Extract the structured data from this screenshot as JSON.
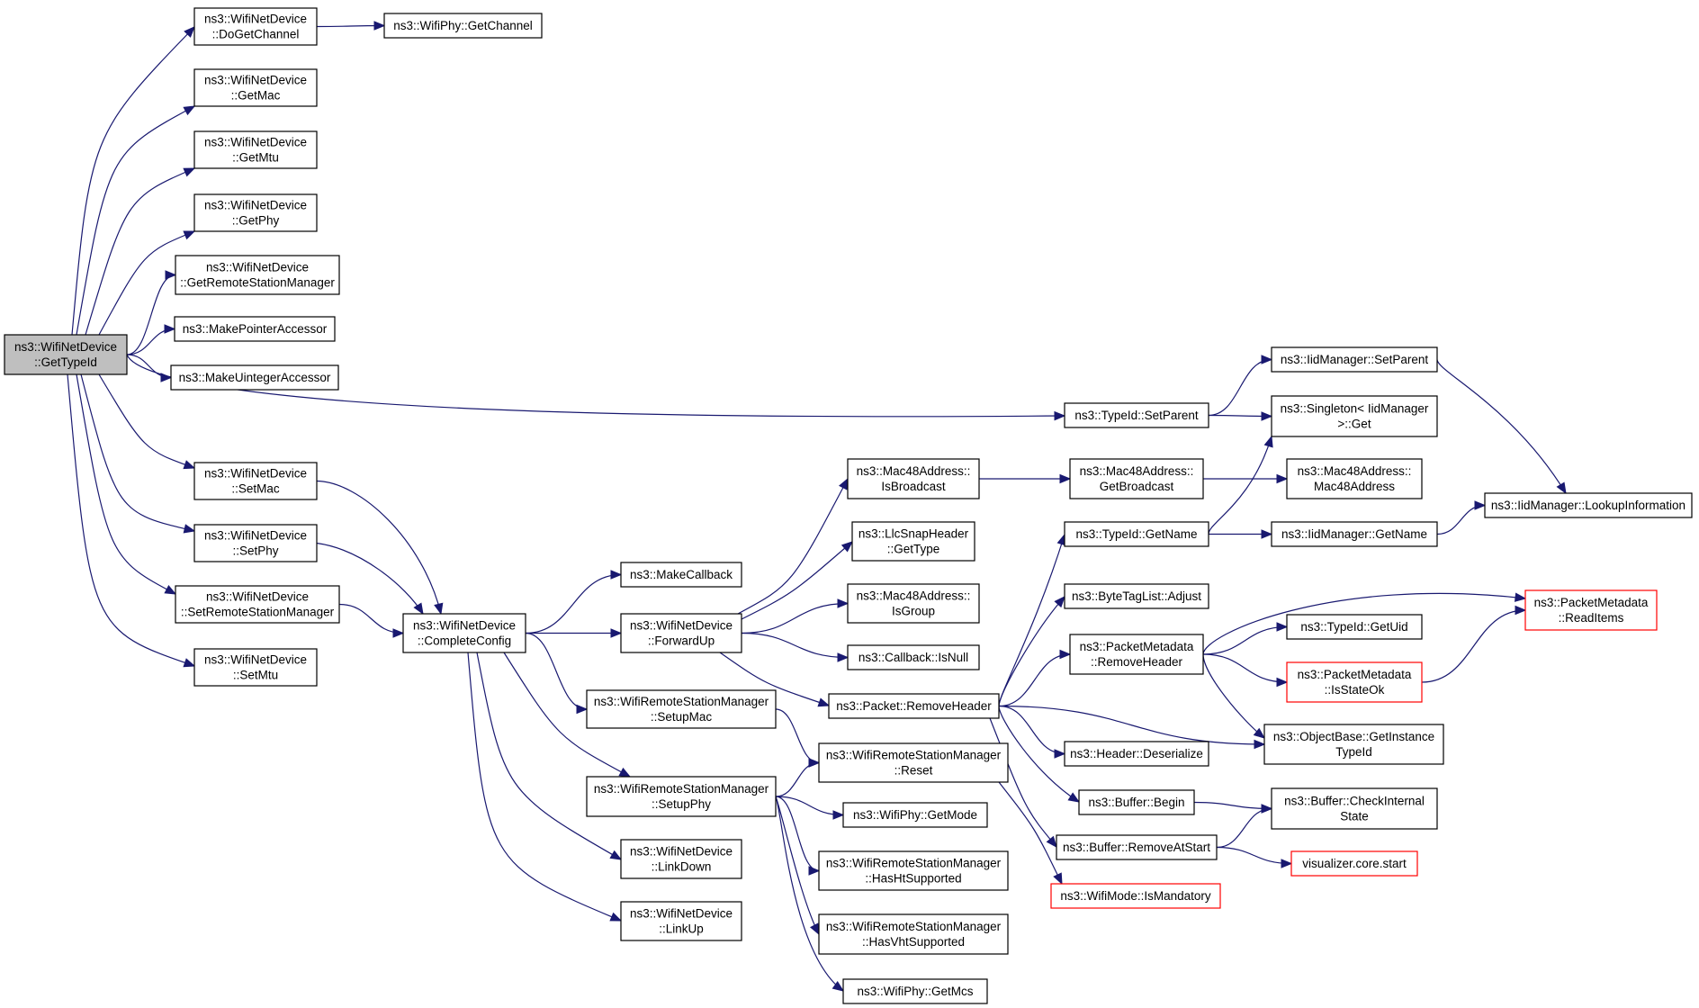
{
  "graph": {
    "nodes": [
      {
        "id": "root",
        "lines": [
          "ns3::WifiNetDevice",
          "::GetTypeId"
        ],
        "style": "root"
      },
      {
        "id": "doGetChannel",
        "lines": [
          "ns3::WifiNetDevice",
          "::DoGetChannel"
        ]
      },
      {
        "id": "phyGetChannel",
        "lines": [
          "ns3::WifiPhy::GetChannel"
        ]
      },
      {
        "id": "getMac",
        "lines": [
          "ns3::WifiNetDevice",
          "::GetMac"
        ]
      },
      {
        "id": "getMtu",
        "lines": [
          "ns3::WifiNetDevice",
          "::GetMtu"
        ]
      },
      {
        "id": "getPhy",
        "lines": [
          "ns3::WifiNetDevice",
          "::GetPhy"
        ]
      },
      {
        "id": "getRsm",
        "lines": [
          "ns3::WifiNetDevice",
          "::GetRemoteStationManager"
        ]
      },
      {
        "id": "makePtr",
        "lines": [
          "ns3::MakePointerAccessor"
        ]
      },
      {
        "id": "makeUint",
        "lines": [
          "ns3::MakeUintegerAccessor"
        ]
      },
      {
        "id": "setMac",
        "lines": [
          "ns3::WifiNetDevice",
          "::SetMac"
        ]
      },
      {
        "id": "setPhy",
        "lines": [
          "ns3::WifiNetDevice",
          "::SetPhy"
        ]
      },
      {
        "id": "setRsm",
        "lines": [
          "ns3::WifiNetDevice",
          "::SetRemoteStationManager"
        ]
      },
      {
        "id": "setMtu",
        "lines": [
          "ns3::WifiNetDevice",
          "::SetMtu"
        ]
      },
      {
        "id": "completeConfig",
        "lines": [
          "ns3::WifiNetDevice",
          "::CompleteConfig"
        ]
      },
      {
        "id": "makeCallback",
        "lines": [
          "ns3::MakeCallback"
        ]
      },
      {
        "id": "forwardUp",
        "lines": [
          "ns3::WifiNetDevice",
          "::ForwardUp"
        ]
      },
      {
        "id": "setupMac",
        "lines": [
          "ns3::WifiRemoteStationManager",
          "::SetupMac"
        ]
      },
      {
        "id": "setupPhy",
        "lines": [
          "ns3::WifiRemoteStationManager",
          "::SetupPhy"
        ]
      },
      {
        "id": "linkDown",
        "lines": [
          "ns3::WifiNetDevice",
          "::LinkDown"
        ]
      },
      {
        "id": "linkUp",
        "lines": [
          "ns3::WifiNetDevice",
          "::LinkUp"
        ]
      },
      {
        "id": "isBroadcast",
        "lines": [
          "ns3::Mac48Address::",
          "IsBroadcast"
        ]
      },
      {
        "id": "llcGetType",
        "lines": [
          "ns3::LlcSnapHeader",
          "::GetType"
        ]
      },
      {
        "id": "isGroup",
        "lines": [
          "ns3::Mac48Address::",
          "IsGroup"
        ]
      },
      {
        "id": "cbIsNull",
        "lines": [
          "ns3::Callback::IsNull"
        ]
      },
      {
        "id": "pktRemoveHeader",
        "lines": [
          "ns3::Packet::RemoveHeader"
        ]
      },
      {
        "id": "rsmReset",
        "lines": [
          "ns3::WifiRemoteStationManager",
          "::Reset"
        ]
      },
      {
        "id": "phyGetMode",
        "lines": [
          "ns3::WifiPhy::GetMode"
        ]
      },
      {
        "id": "hasHt",
        "lines": [
          "ns3::WifiRemoteStationManager",
          "::HasHtSupported"
        ]
      },
      {
        "id": "hasVht",
        "lines": [
          "ns3::WifiRemoteStationManager",
          "::HasVhtSupported"
        ]
      },
      {
        "id": "phyGetMcs",
        "lines": [
          "ns3::WifiPhy::GetMcs"
        ]
      },
      {
        "id": "typeSetParent",
        "lines": [
          "ns3::TypeId::SetParent"
        ]
      },
      {
        "id": "getBroadcast",
        "lines": [
          "ns3::Mac48Address::",
          "GetBroadcast"
        ]
      },
      {
        "id": "typeGetName",
        "lines": [
          "ns3::TypeId::GetName"
        ]
      },
      {
        "id": "btlAdjust",
        "lines": [
          "ns3::ByteTagList::Adjust"
        ]
      },
      {
        "id": "pmRemoveHeader",
        "lines": [
          "ns3::PacketMetadata",
          "::RemoveHeader"
        ]
      },
      {
        "id": "hdrDeserialize",
        "lines": [
          "ns3::Header::Deserialize"
        ]
      },
      {
        "id": "bufBegin",
        "lines": [
          "ns3::Buffer::Begin"
        ]
      },
      {
        "id": "bufRemoveAtStart",
        "lines": [
          "ns3::Buffer::RemoveAtStart"
        ]
      },
      {
        "id": "isMandatory",
        "lines": [
          "ns3::WifiMode::IsMandatory"
        ],
        "style": "trunc"
      },
      {
        "id": "iidSetParent",
        "lines": [
          "ns3::IidManager::SetParent"
        ]
      },
      {
        "id": "singletonGet",
        "lines": [
          "ns3::Singleton< IidManager",
          ">::Get"
        ]
      },
      {
        "id": "mac48Ctor",
        "lines": [
          "ns3::Mac48Address::",
          "Mac48Address"
        ]
      },
      {
        "id": "iidGetName",
        "lines": [
          "ns3::IidManager::GetName"
        ]
      },
      {
        "id": "typeGetUid",
        "lines": [
          "ns3::TypeId::GetUid"
        ]
      },
      {
        "id": "pmIsStateOk",
        "lines": [
          "ns3::PacketMetadata",
          "::IsStateOk"
        ],
        "style": "trunc"
      },
      {
        "id": "obGetInstance",
        "lines": [
          "ns3::ObjectBase::GetInstance",
          "TypeId"
        ]
      },
      {
        "id": "bufCheckInternal",
        "lines": [
          "ns3::Buffer::CheckInternal",
          "State"
        ]
      },
      {
        "id": "vizStart",
        "lines": [
          "visualizer.core.start"
        ],
        "style": "trunc"
      },
      {
        "id": "pmReadItems",
        "lines": [
          "ns3::PacketMetadata",
          "::ReadItems"
        ],
        "style": "trunc"
      },
      {
        "id": "iidLookup",
        "lines": [
          "ns3::IidManager::LookupInformation"
        ]
      }
    ],
    "edges": [
      [
        "root",
        "doGetChannel"
      ],
      [
        "root",
        "getMac"
      ],
      [
        "root",
        "getMtu"
      ],
      [
        "root",
        "getPhy"
      ],
      [
        "root",
        "getRsm"
      ],
      [
        "root",
        "makePtr"
      ],
      [
        "root",
        "makeUint"
      ],
      [
        "root",
        "typeSetParent"
      ],
      [
        "root",
        "setMac"
      ],
      [
        "root",
        "setPhy"
      ],
      [
        "root",
        "setRsm"
      ],
      [
        "root",
        "setMtu"
      ],
      [
        "doGetChannel",
        "phyGetChannel"
      ],
      [
        "setMac",
        "completeConfig"
      ],
      [
        "setPhy",
        "completeConfig"
      ],
      [
        "setRsm",
        "completeConfig"
      ],
      [
        "completeConfig",
        "makeCallback"
      ],
      [
        "completeConfig",
        "forwardUp"
      ],
      [
        "completeConfig",
        "setupMac"
      ],
      [
        "completeConfig",
        "setupPhy"
      ],
      [
        "completeConfig",
        "linkDown"
      ],
      [
        "completeConfig",
        "linkUp"
      ],
      [
        "forwardUp",
        "isBroadcast"
      ],
      [
        "forwardUp",
        "llcGetType"
      ],
      [
        "forwardUp",
        "isGroup"
      ],
      [
        "forwardUp",
        "cbIsNull"
      ],
      [
        "forwardUp",
        "pktRemoveHeader"
      ],
      [
        "setupMac",
        "rsmReset"
      ],
      [
        "setupPhy",
        "rsmReset"
      ],
      [
        "setupPhy",
        "phyGetMode"
      ],
      [
        "setupPhy",
        "hasHt"
      ],
      [
        "setupPhy",
        "hasVht"
      ],
      [
        "setupPhy",
        "phyGetMcs"
      ],
      [
        "isBroadcast",
        "getBroadcast"
      ],
      [
        "getBroadcast",
        "mac48Ctor"
      ],
      [
        "pktRemoveHeader",
        "typeGetName"
      ],
      [
        "pktRemoveHeader",
        "btlAdjust"
      ],
      [
        "pktRemoveHeader",
        "pmRemoveHeader"
      ],
      [
        "pktRemoveHeader",
        "obGetInstance"
      ],
      [
        "pktRemoveHeader",
        "hdrDeserialize"
      ],
      [
        "pktRemoveHeader",
        "bufBegin"
      ],
      [
        "pktRemoveHeader",
        "bufRemoveAtStart"
      ],
      [
        "rsmReset",
        "isMandatory"
      ],
      [
        "typeSetParent",
        "iidSetParent"
      ],
      [
        "typeSetParent",
        "singletonGet"
      ],
      [
        "typeGetName",
        "singletonGet"
      ],
      [
        "typeGetName",
        "iidGetName"
      ],
      [
        "iidSetParent",
        "iidLookup"
      ],
      [
        "iidGetName",
        "iidLookup"
      ],
      [
        "pmRemoveHeader",
        "pmReadItems"
      ],
      [
        "pmRemoveHeader",
        "typeGetUid"
      ],
      [
        "pmRemoveHeader",
        "pmIsStateOk"
      ],
      [
        "pmRemoveHeader",
        "obGetInstance"
      ],
      [
        "pmIsStateOk",
        "pmReadItems"
      ],
      [
        "bufBegin",
        "bufCheckInternal"
      ],
      [
        "bufRemoveAtStart",
        "bufCheckInternal"
      ],
      [
        "bufRemoveAtStart",
        "vizStart"
      ]
    ]
  }
}
